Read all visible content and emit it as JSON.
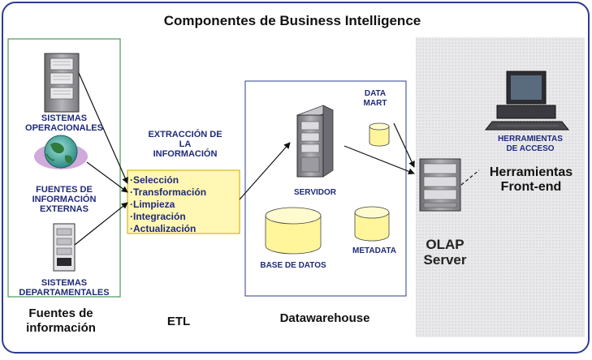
{
  "title": "Componentes de Business Intelligence",
  "sources": {
    "operational": "SISTEMAS\nOPERACIONALES",
    "external": "FUENTES DE\nINFORMACIÓN\nEXTERNAS",
    "departmental": "SISTEMAS\nDEPARTAMENTALES",
    "footer": "Fuentes de\ninformación"
  },
  "etl": {
    "extraction": "EXTRACCIÓN DE\nLA\nINFORMACIÓN",
    "steps": [
      "·Selección",
      "·Transformación",
      "·Limpieza",
      "·Integración",
      "·Actualización"
    ],
    "footer": "ETL"
  },
  "warehouse": {
    "data_mart": "DATA\nMART",
    "server": "SERVIDOR",
    "database": "BASE DE DATOS",
    "metadata": "METADATA",
    "footer": "Datawarehouse"
  },
  "frontend": {
    "access_tools": "HERRAMIENTAS\nDE ACCESO",
    "tools": "Herramientas\nFront-end",
    "olap": "OLAP\nServer"
  },
  "colors": {
    "border": "#2b3d8c",
    "source_panel": "#4a9a5a",
    "etl_box_fill": "#fff7b3",
    "etl_box_border": "#c9a800",
    "cylinder": "#fff59a",
    "frontend_bg": "#e6e6e8"
  }
}
